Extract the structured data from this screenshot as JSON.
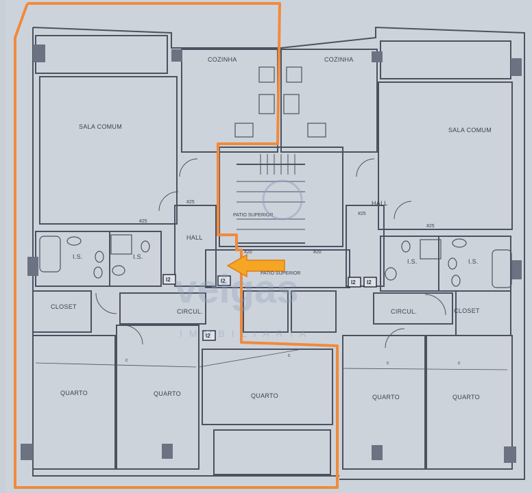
{
  "colors": {
    "paper": "#c9cfd6",
    "wall": "#4a5260",
    "highlight": "#f08a3c",
    "arrow": "#f5a623",
    "watermark": "#8fa0c0"
  },
  "rooms": {
    "cozinha_left": "COZINHA",
    "cozinha_right": "COZINHA",
    "sala_left": "SALA COMUM",
    "sala_right": "SALA COMUM",
    "hall_left": "HALL",
    "hall_right": "HALL",
    "is_left_1": "I.S.",
    "is_left_2": "I.S.",
    "is_right_1": "I.S.",
    "is_right_2": "I.S.",
    "closet_left": "CLOSET",
    "closet_right": "CLOSET",
    "circul_left": "CIRCUL.",
    "circul_right": "CIRCUL.",
    "quarto_1": "QUARTO",
    "quarto_2": "QUARTO",
    "quarto_3": "QUARTO",
    "quarto_4": "QUARTO",
    "quarto_5": "QUARTO"
  },
  "center": {
    "patio": "PATIO SUPERIOR",
    "landing": "PATIO SUPERIOR"
  },
  "dimensions": {
    "d1": "#25",
    "d2": "#25",
    "d3": "#25",
    "d4": "#25",
    "d5": "#20",
    "d6": "#20"
  },
  "markers": {
    "m1": "I2",
    "m2": "I2",
    "m3": "I2",
    "m4": "I2",
    "m5": "I2"
  },
  "letters": {
    "c1": "c",
    "c2": "c",
    "c3": "c",
    "c4": "c"
  },
  "watermark": {
    "brand": "veigas",
    "sub": "IMOBILIÁRIA"
  }
}
